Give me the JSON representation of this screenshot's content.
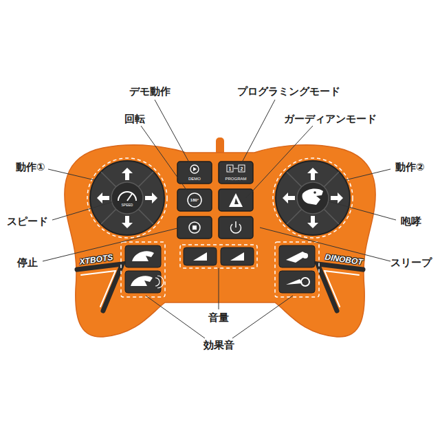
{
  "diagram": {
    "labels": [
      "デモ動作",
      "プログラミングモード",
      "回転",
      "ガーディアンモード",
      "動作①",
      "動作②",
      "スピード",
      "咆哮",
      "停止",
      "スリープ",
      "音量",
      "効果音",
      "DEMO",
      "PROGRAM",
      "SPEED",
      "180°",
      "XTBOTS",
      "DINOBOT",
      "1",
      "2"
    ]
  }
}
